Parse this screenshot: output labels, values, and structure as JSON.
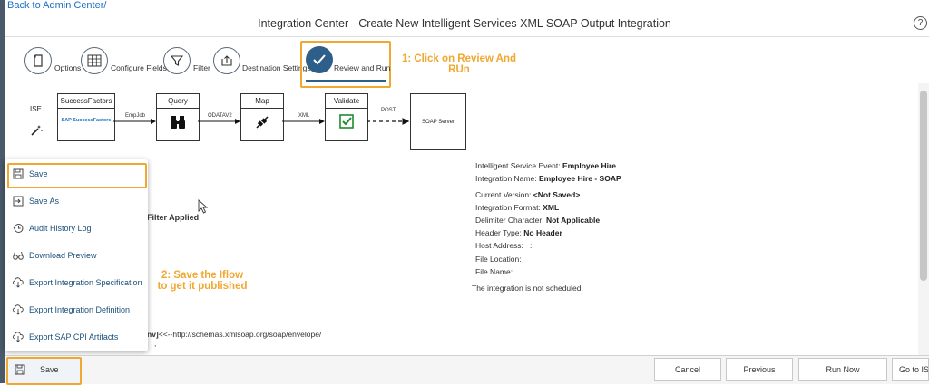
{
  "header": {
    "back_link": "Back to Admin Center/",
    "title": "Integration Center - Create New Intelligent Services XML SOAP Output Integration",
    "help_icon": "help-icon"
  },
  "wizard": {
    "tabs": [
      {
        "label": "Options",
        "icon": "document-icon"
      },
      {
        "label": "Configure Fields",
        "icon": "grid-icon"
      },
      {
        "label": "Filter",
        "icon": "filter-icon"
      },
      {
        "label": "Destination Settings",
        "icon": "upload-icon"
      },
      {
        "label": "Review and Run",
        "icon": "checkmark-icon",
        "active": true
      }
    ]
  },
  "annotations": {
    "callout_1_line1": "1: Click on Review And",
    "callout_1_line2": "RUn",
    "callout_2_line1": "2: Save the Iflow",
    "callout_2_line2": "to get it published",
    "highlight_color": "#f0a830"
  },
  "flow": {
    "ise_label": "ISE",
    "nodes": [
      {
        "title": "SuccessFactors",
        "logo_text": "SAP SuccessFactors"
      },
      {
        "title": "Query"
      },
      {
        "title": "Map"
      },
      {
        "title": "Validate"
      },
      {
        "title": "SOAP Server"
      }
    ],
    "edges": [
      "EmpJob",
      "ODATAV2",
      "XML",
      "POST"
    ]
  },
  "summary": {
    "event_label": "Intelligent Service Event:",
    "event_value": "Employee Hire",
    "name_label": "Integration Name:",
    "name_value": "Employee Hire - SOAP",
    "version_label": "Current Version:",
    "version_value": "<Not Saved>",
    "format_label": "Integration Format:",
    "format_value": "XML",
    "delimiter_label": "Delimiter Character:",
    "delimiter_value": "Not Applicable",
    "header_label": "Header Type:",
    "header_value": "No Header",
    "host_label": "Host Address:",
    "host_value": ":",
    "file_location_label": "File Location:",
    "file_name_label": "File Name:",
    "schedule_status": "The integration is not scheduled."
  },
  "background": {
    "filter_applied": "Filter Applied",
    "envelope": "nv]<<--http://schemas.xmlsoap.org/soap/envelope/",
    "comma": ","
  },
  "menu": {
    "items": [
      {
        "label": "Save",
        "icon": "save-icon"
      },
      {
        "label": "Save As",
        "icon": "save-as-icon"
      },
      {
        "label": "Audit History Log",
        "icon": "history-icon"
      },
      {
        "label": "Download Preview",
        "icon": "preview-glasses-icon"
      },
      {
        "label": "Export Integration Specification",
        "icon": "cloud-download-icon"
      },
      {
        "label": "Export Integration Definition",
        "icon": "cloud-download-icon"
      },
      {
        "label": "Export SAP CPI Artifacts",
        "icon": "cloud-download-icon"
      }
    ]
  },
  "footer": {
    "save": "Save",
    "cancel": "Cancel",
    "previous": "Previous",
    "run_now": "Run Now",
    "go_to": "Go to IS"
  },
  "colors": {
    "accent": "#2e5f8a",
    "link": "#1a6fc4",
    "menu_text": "#1a4f7a"
  }
}
